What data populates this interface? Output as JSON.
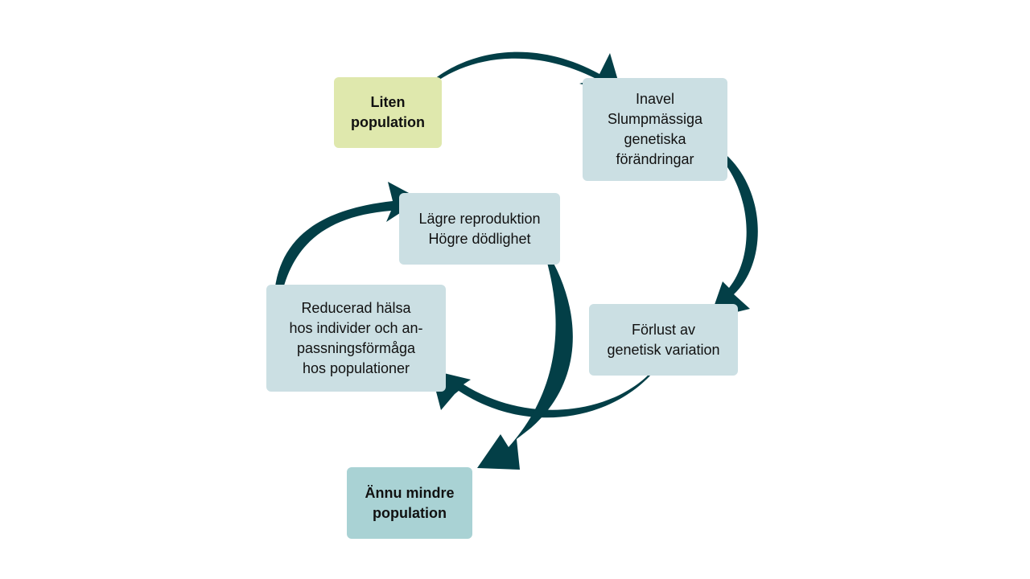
{
  "diagram": {
    "nodes": [
      {
        "id": "small-population",
        "lines": [
          "Liten",
          "population"
        ],
        "style": "start"
      },
      {
        "id": "inbreeding",
        "lines": [
          "Inavel",
          "Slumpmässiga",
          "genetiska",
          "förändringar"
        ],
        "style": "step"
      },
      {
        "id": "loss-variation",
        "lines": [
          "Förlust av",
          "genetisk variation"
        ],
        "style": "step"
      },
      {
        "id": "reduced-health",
        "lines": [
          "Reducerad hälsa",
          "hos individer och an-",
          "passningsförmåga",
          "hos populationer"
        ],
        "style": "step"
      },
      {
        "id": "lower-reproduction",
        "lines": [
          "Lägre reproduktion",
          "Högre dödlighet"
        ],
        "style": "step"
      },
      {
        "id": "even-smaller",
        "lines": [
          "Ännu mindre",
          "population"
        ],
        "style": "end"
      }
    ],
    "edges": [
      {
        "from": "small-population",
        "to": "inbreeding"
      },
      {
        "from": "inbreeding",
        "to": "loss-variation"
      },
      {
        "from": "loss-variation",
        "to": "reduced-health"
      },
      {
        "from": "reduced-health",
        "to": "lower-reproduction"
      },
      {
        "from": "lower-reproduction",
        "to": "even-smaller"
      }
    ],
    "colors": {
      "arrow": "#033f47",
      "start_box": "#dfe8ad",
      "step_box": "#cbdfe3",
      "end_box": "#a9d2d4"
    }
  }
}
